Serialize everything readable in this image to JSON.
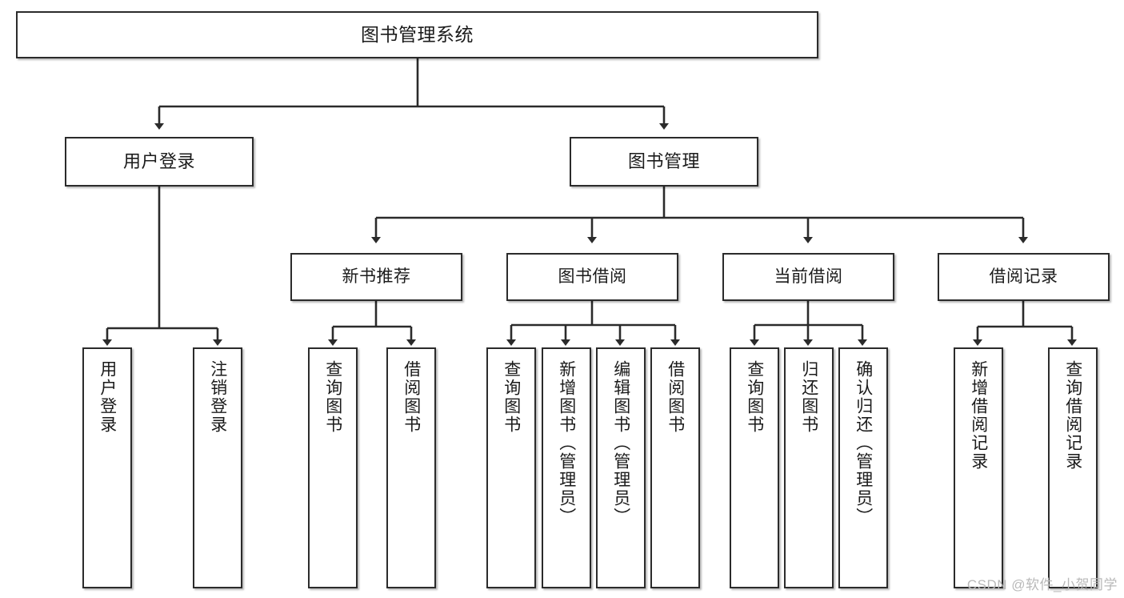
{
  "diagram": {
    "title": "图书管理系统",
    "type": "tree-hierarchy-diagram",
    "root": {
      "label": "图书管理系统"
    },
    "level2": [
      {
        "label": "用户登录"
      },
      {
        "label": "图书管理"
      }
    ],
    "level3": [
      {
        "label": "新书推荐"
      },
      {
        "label": "图书借阅"
      },
      {
        "label": "当前借阅"
      },
      {
        "label": "借阅记录"
      }
    ],
    "leaves": {
      "user_login": [
        {
          "label": "用户登录"
        },
        {
          "label": "注销登录"
        }
      ],
      "new_book_recommend": [
        {
          "label": "查询图书"
        },
        {
          "label": "借阅图书"
        }
      ],
      "book_borrow": [
        {
          "label": "查询图书"
        },
        {
          "label": "新增图书（管理员）"
        },
        {
          "label": "编辑图书（管理员）"
        },
        {
          "label": "借阅图书"
        }
      ],
      "current_borrow": [
        {
          "label": "查询图书"
        },
        {
          "label": "归还图书"
        },
        {
          "label": "确认归还（管理员）"
        }
      ],
      "borrow_record": [
        {
          "label": "新增借阅记录"
        },
        {
          "label": "查询借阅记录"
        }
      ]
    }
  },
  "watermark": {
    "text": "CSDN @软件_小贺同学"
  },
  "colors": {
    "box_border": "#2b2b2b",
    "box_fill": "#ffffff",
    "line": "#2b2b2b",
    "text": "#1b1b1b",
    "watermark": "#b9b9b9"
  }
}
